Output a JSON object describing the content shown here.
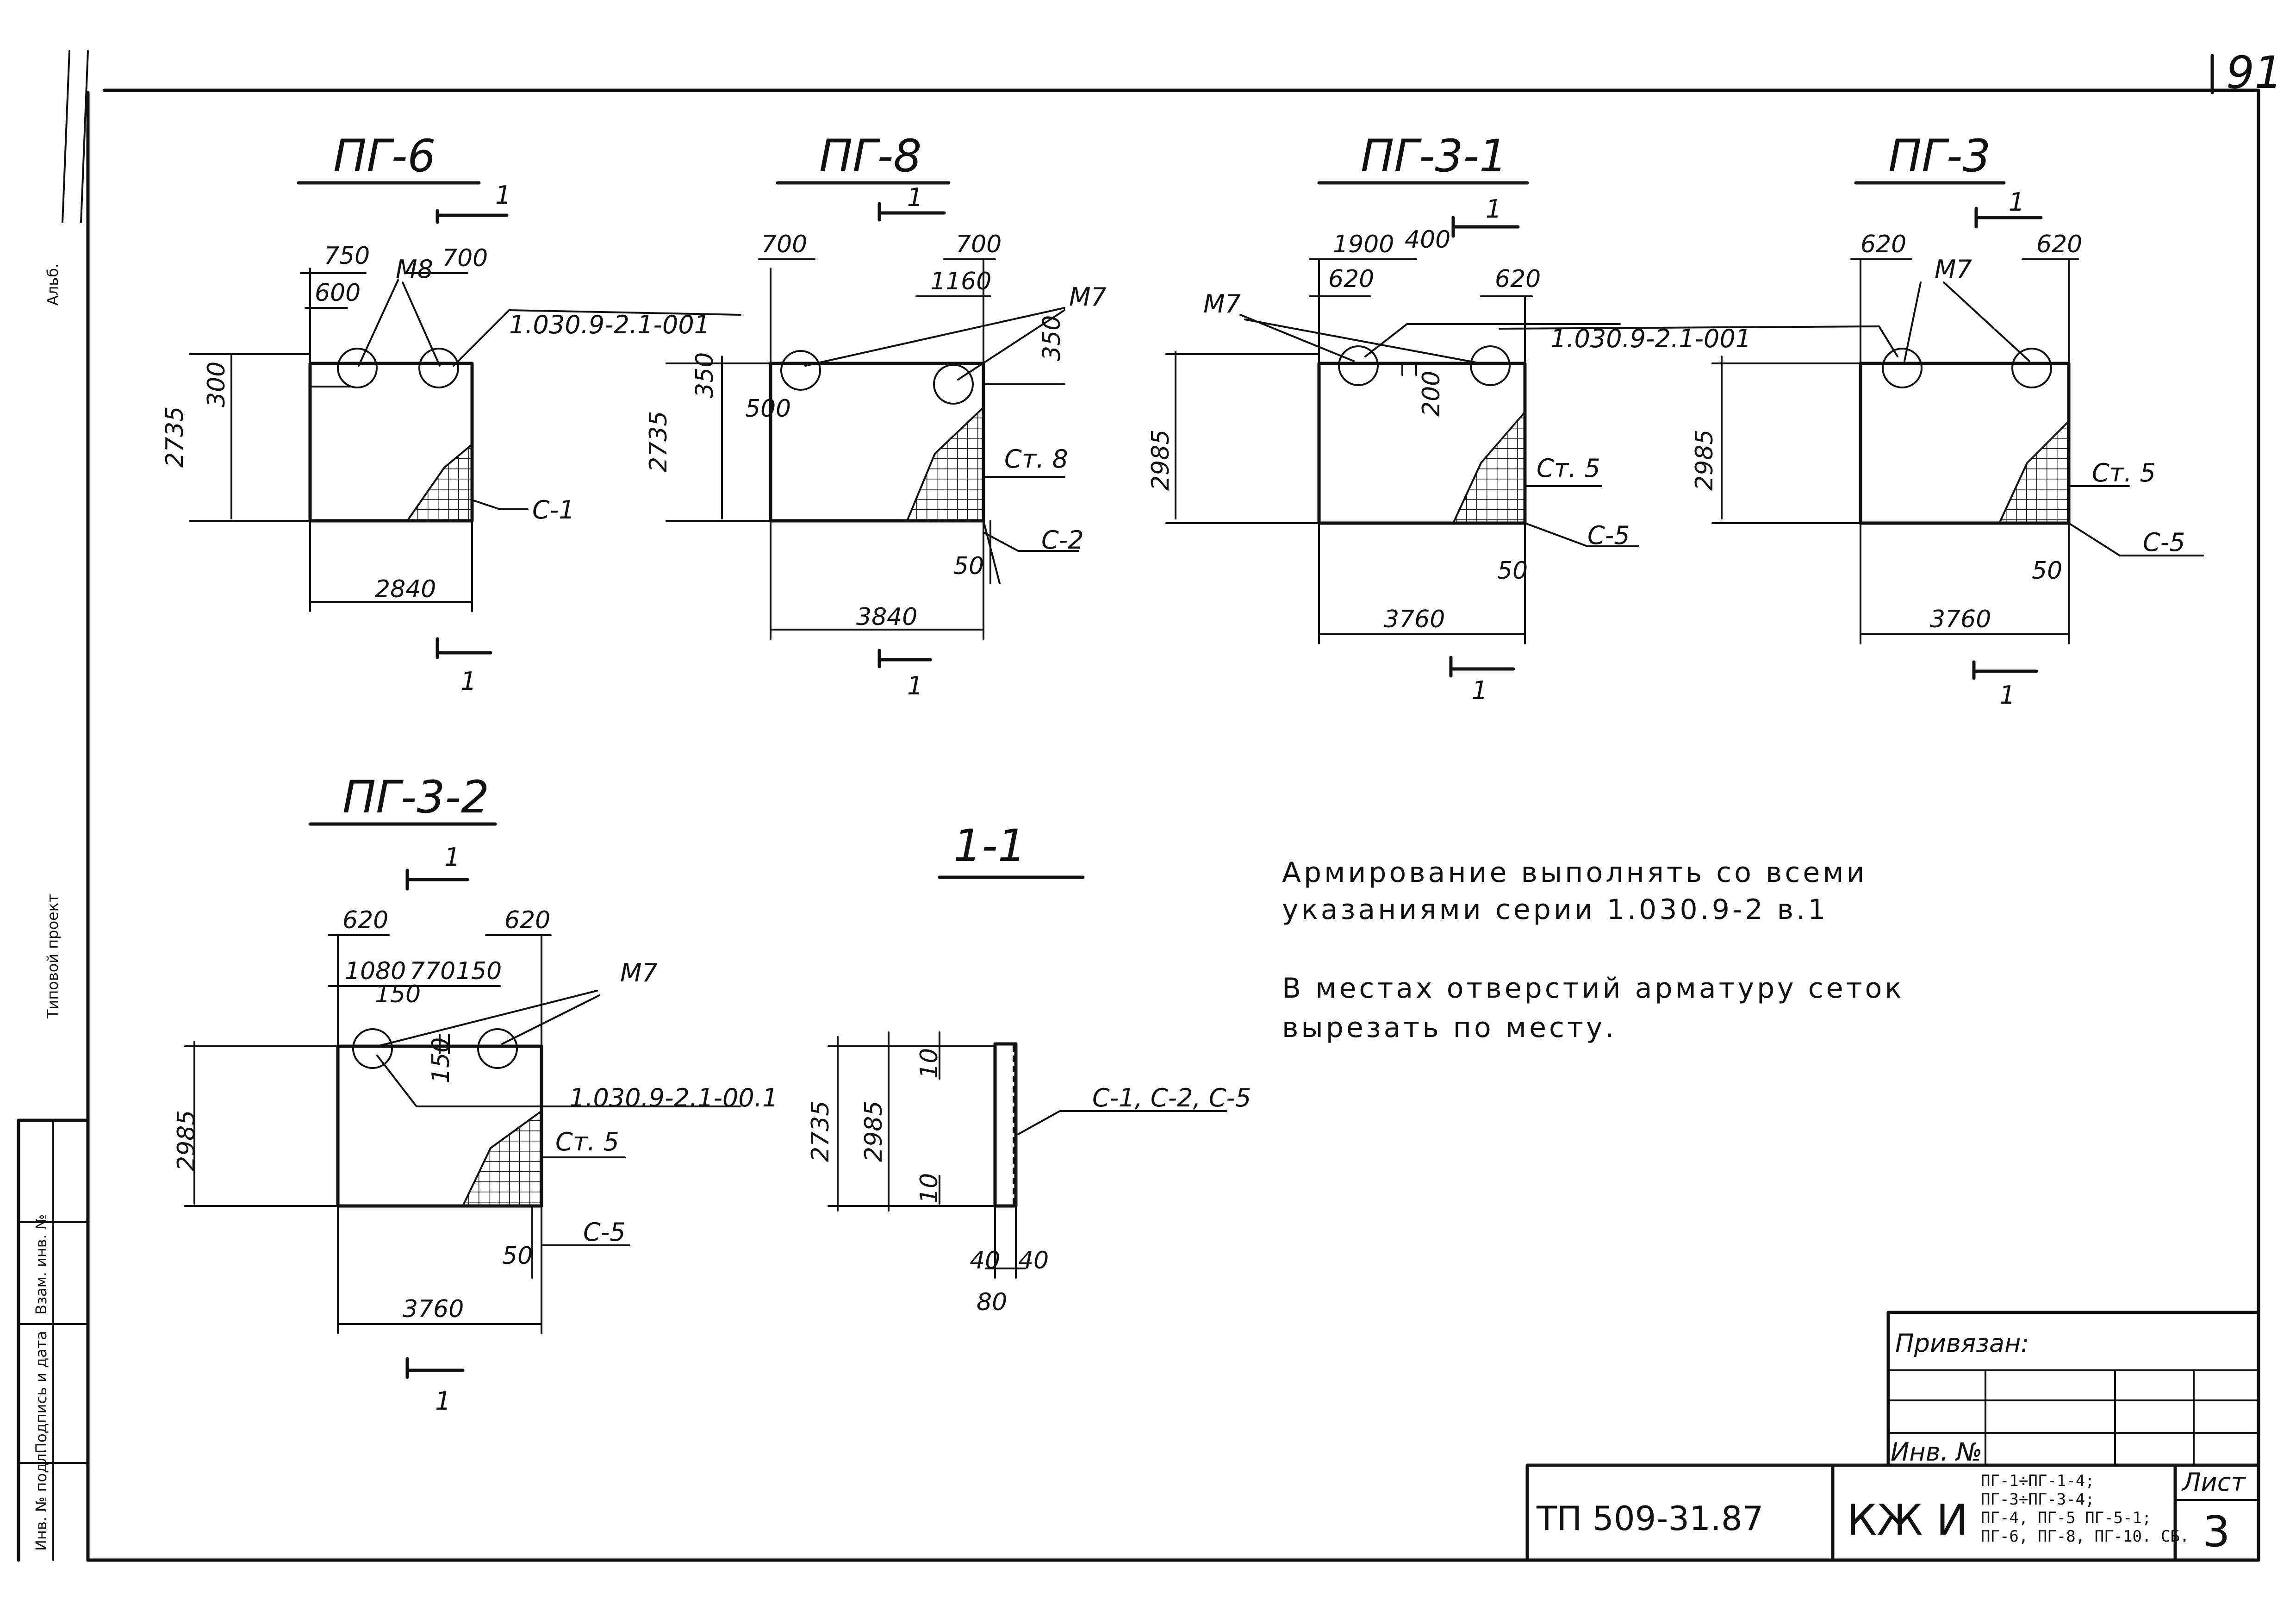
{
  "sheet": {
    "page_number": "91",
    "document_code": "ТП 509-31.87",
    "section_code": "КЖ И",
    "sheet_label": "Лист",
    "sheet_number": "3",
    "bound_label": "Привязан:",
    "inv_label": "Инв. №",
    "stamp_lines": [
      "ПГ-1÷ПГ-1-4;",
      "ПГ-3÷ПГ-3-4;",
      "ПГ-4, ПГ-5 ПГ-5-1;",
      "ПГ-6, ПГ-8, ПГ-10. СБ."
    ]
  },
  "side_strip": {
    "inv_no_orig": "Инв. № подл.",
    "signature_date": "Подпись и дата",
    "replace_inv": "Взам. инв. №",
    "fragment_top": "Альб.",
    "fragment_mid": "Типовой проект"
  },
  "panels": [
    {
      "id": "pg6",
      "title": "ПГ-6",
      "width_dim": "2840",
      "height_dim": "2735",
      "dims": [
        "750",
        "600",
        "700",
        "300"
      ],
      "insert": "М8",
      "ref": "1.030.9-2.1-001",
      "mesh": "С-1",
      "section_mark": "1"
    },
    {
      "id": "pg8",
      "title": "ПГ-8",
      "width_dim": "3840",
      "height_dim": "2735",
      "dims": [
        "700",
        "700",
        "1160",
        "350",
        "350",
        "500",
        "50"
      ],
      "insert": "М7",
      "bar": "Ст. 8",
      "mesh": "С-2",
      "section_mark": "1"
    },
    {
      "id": "pg3-1",
      "title": "ПГ-3-1",
      "width_dim": "3760",
      "height_dim": "2985",
      "dims": [
        "1900",
        "400",
        "620",
        "620",
        "200",
        "50"
      ],
      "insert": "М7",
      "ref": "1.030.9-2.1-001",
      "bar": "Ст. 5",
      "mesh": "С-5",
      "section_mark": "1"
    },
    {
      "id": "pg3",
      "title": "ПГ-3",
      "width_dim": "3760",
      "height_dim": "2985",
      "dims": [
        "620",
        "620",
        "50"
      ],
      "insert": "М7",
      "bar": "Ст. 5",
      "mesh": "С-5",
      "section_mark": "1"
    },
    {
      "id": "pg3-2",
      "title": "ПГ-3-2",
      "width_dim": "3760",
      "height_dim": "2985",
      "dims": [
        "620",
        "620",
        "1080",
        "770",
        "150",
        "150",
        "150",
        "50"
      ],
      "insert": "М7",
      "ref": "1.030.9-2.1-00.1",
      "bar": "Ст. 5",
      "mesh": "С-5",
      "section_mark": "1"
    }
  ],
  "section_view": {
    "title": "1-1",
    "dims": [
      "2735",
      "2985",
      "10",
      "10",
      "40",
      "40",
      "80"
    ],
    "meshes": "С-1, С-2, С-5"
  },
  "notes": [
    "Армирование выполнять со всеми",
    "указаниями серии 1.030.9-2 в.1",
    "В местах отверстий арматуру сеток",
    "вырезать по месту."
  ]
}
